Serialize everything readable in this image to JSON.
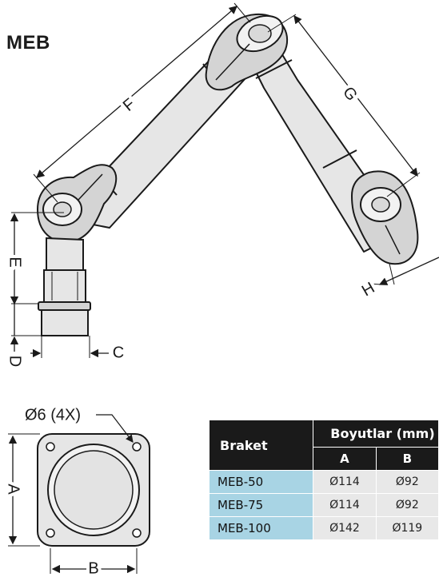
{
  "title": "MEB",
  "dimension_labels": {
    "F": "F",
    "G": "G",
    "E": "E",
    "D": "D",
    "C": "C",
    "H": "H",
    "A": "A",
    "B": "B",
    "holes": "Ø6 (4X)"
  },
  "table": {
    "row_header": "Braket",
    "group_header": "Boyutlar (mm)",
    "columns": [
      "A",
      "B"
    ],
    "rows": [
      {
        "model": "MEB-50",
        "a": "Ø114",
        "b": "Ø92"
      },
      {
        "model": "MEB-75",
        "a": "Ø114",
        "b": "Ø92"
      },
      {
        "model": "MEB-100",
        "a": "Ø142",
        "b": "Ø119"
      }
    ]
  },
  "colors": {
    "line": "#1a1a1a",
    "arm_fill": "#e6e6e6",
    "joint_fill": "#d4d4d4",
    "header_bg": "#1a1a1a",
    "model_bg": "#a8d4e4",
    "value_bg": "#e8e8e8"
  }
}
